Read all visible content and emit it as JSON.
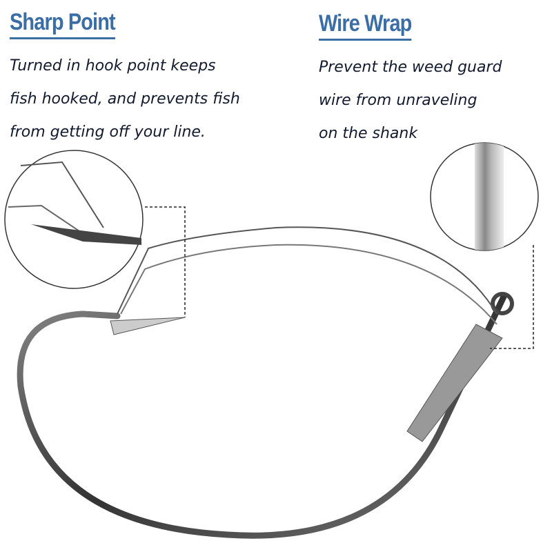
{
  "sharp_point": {
    "title": "Sharp Point",
    "description": "Turned in hook point keeps\nfish hooked, and prevents fish\nfrom getting off your line."
  },
  "wire_wrap": {
    "title": "Wire Wrap",
    "description": "Prevent the weed guard\nwire from unraveling\non the shank"
  },
  "colors": {
    "heading": "#3a6ea5",
    "text": "#111a2e"
  }
}
